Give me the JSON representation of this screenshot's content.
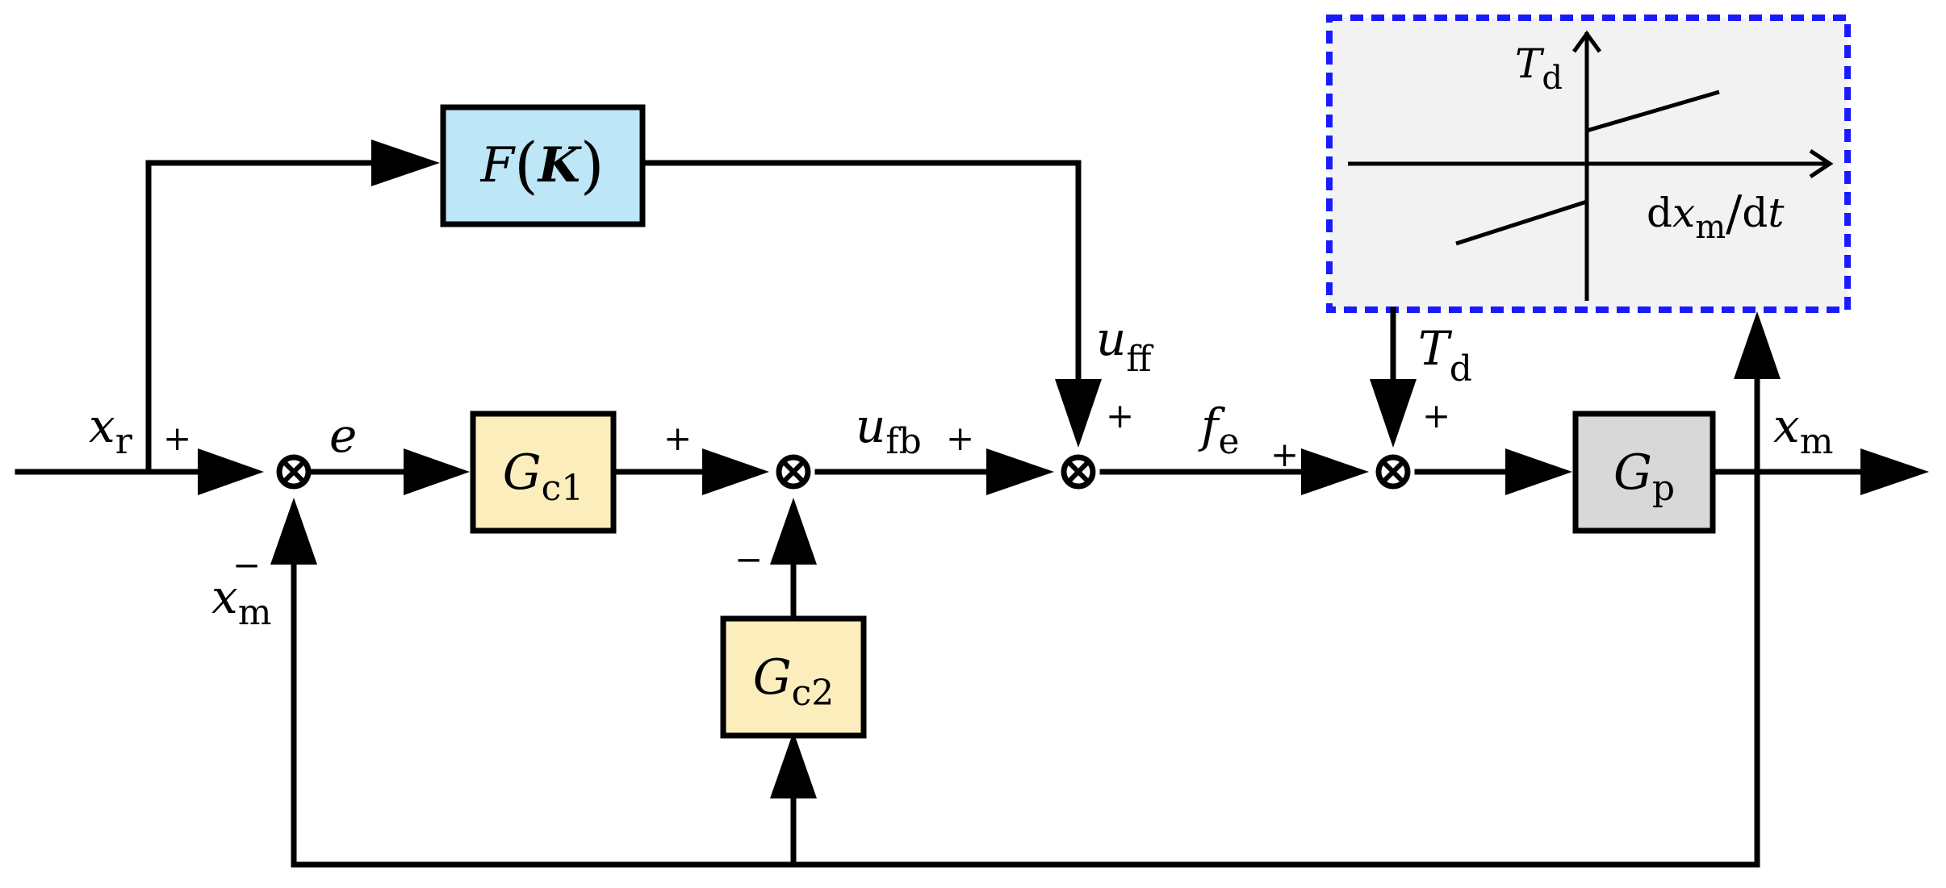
{
  "colors": {
    "feedforward_block": "#bde6f6",
    "controller_block": "#fcedbd",
    "plant_block": "#d8d8d8",
    "inset_fill": "#f2f2f2",
    "inset_border": "#1a1aff"
  },
  "blocks": {
    "ff": {
      "fn": "F",
      "lparen": "(",
      "arg": "K",
      "rparen": ")"
    },
    "gc1": {
      "base": "G",
      "sub": "c1"
    },
    "gc2": {
      "base": "G",
      "sub": "c2"
    },
    "gp": {
      "base": "G",
      "sub": "p"
    }
  },
  "signals": {
    "xr": {
      "base": "x",
      "sub": "r"
    },
    "e": {
      "base": "e"
    },
    "ufb": {
      "base": "u",
      "sub": "fb"
    },
    "uff": {
      "base": "u",
      "sub": "ff"
    },
    "fe": {
      "base": "f",
      "sub": "e"
    },
    "td": {
      "base": "T",
      "sub": "d"
    },
    "xm_out": {
      "base": "x",
      "sub": "m"
    },
    "xm_fb": {
      "base": "x",
      "sub": "m"
    }
  },
  "signs": {
    "s1_in": "+",
    "s1_fb": "−",
    "s2_in": "+",
    "s2_fb": "−",
    "s3_in": "+",
    "s3_ff": "+",
    "s4_in": "+",
    "s4_td": "+"
  },
  "inset": {
    "y_axis": {
      "base": "T",
      "sub": "d"
    },
    "x_axis": {
      "d1": "d",
      "var": "x",
      "sub": "m",
      "slash": "/",
      "d2": "d",
      "t": "t"
    }
  }
}
